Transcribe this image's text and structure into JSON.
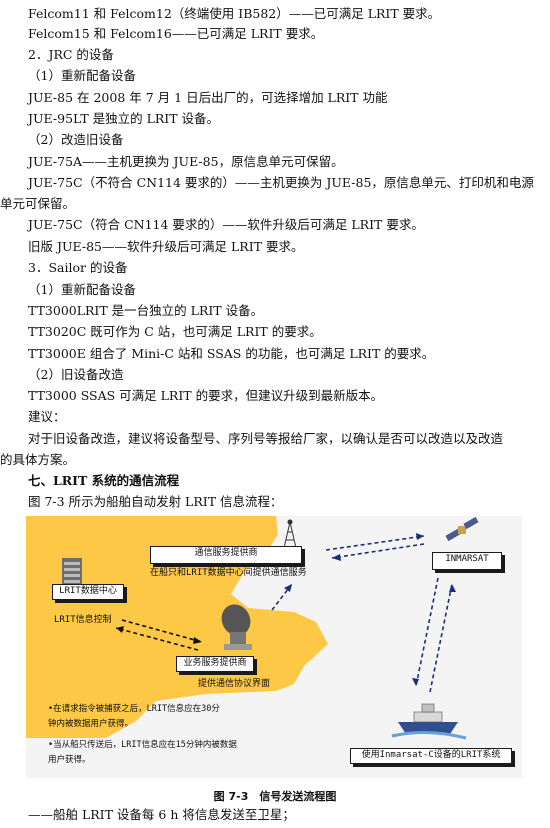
{
  "lines": [
    "Felcom11 和 Felcom12（终端使用 IB582）——已可满足 LRIT 要求。",
    "Felcom15 和 Felcom16——已可满足 LRIT 要求。",
    "2．JRC 的设备",
    "（1）重新配备设备",
    "JUE-85 在 2008 年 7 月 1 日后出厂的，可选择增加 LRIT 功能",
    "JUE-95LT 是独立的 LRIT 设备。",
    "（2）改造旧设备",
    "JUE-75A——主机更换为 JUE-85，原信息单元可保留。",
    "JUE-75C（不符合 CN114 要求的）——主机更换为 JUE-85，原信息单元、打印机和电源",
    "单元可保留。",
    "JUE-75C（符合 CN114 要求的）——软件升级后可满足 LRIT 要求。",
    "旧版 JUE-85——软件升级后可满足 LRIT 要求。",
    "3．Sailor 的设备",
    "（1）重新配备设备",
    "TT3000LRIT 是一台独立的 LRIT 设备。",
    "TT3020C 既可作为 C 站，也可满足 LRIT 的要求。",
    "TT3000E 组合了 Mini-C 站和 SSAS 的功能，也可满足 LRIT 的要求。",
    "（2）旧设备改造",
    "TT3000 SSAS 可满足 LRIT 的要求，但建议升级到最新版本。",
    "建议：",
    "对于旧设备改造，建议将设备型号、序列号等报给厂家，以确认是否可以改造以及改造",
    "的具体方案。",
    "七、LRIT 系统的通信流程",
    "图 7-3 所示为船舶自动发射 LRIT 信息流程："
  ],
  "figure": {
    "comm_provider": "通信服务提供商",
    "comm_provider_desc": "在船只和LRIT数据中心间提供通信服务",
    "inmarsat": "INMARSAT",
    "lrit_dc": "LRIT数据中心",
    "lrit_ctrl": "LRIT信息控制",
    "app_provider": "业务服务提供商",
    "app_provider_desc": "提供通信协议界面",
    "note1_a": "•在请求指令被捕获之后，LRIT信息应在30分",
    "note1_b": "钟内被数据用户获得。",
    "note2_a": "•当从船只传送后，LRIT信息应在15分钟内被数据",
    "note2_b": "用户获得。",
    "ship_system": "使用Inmarsat-C设备的LRIT系统",
    "caption": "图 7-3　信号发送流程图"
  },
  "footer_line": "——船舶 LRIT 设备每 6 h 将信息发送至卫星；"
}
